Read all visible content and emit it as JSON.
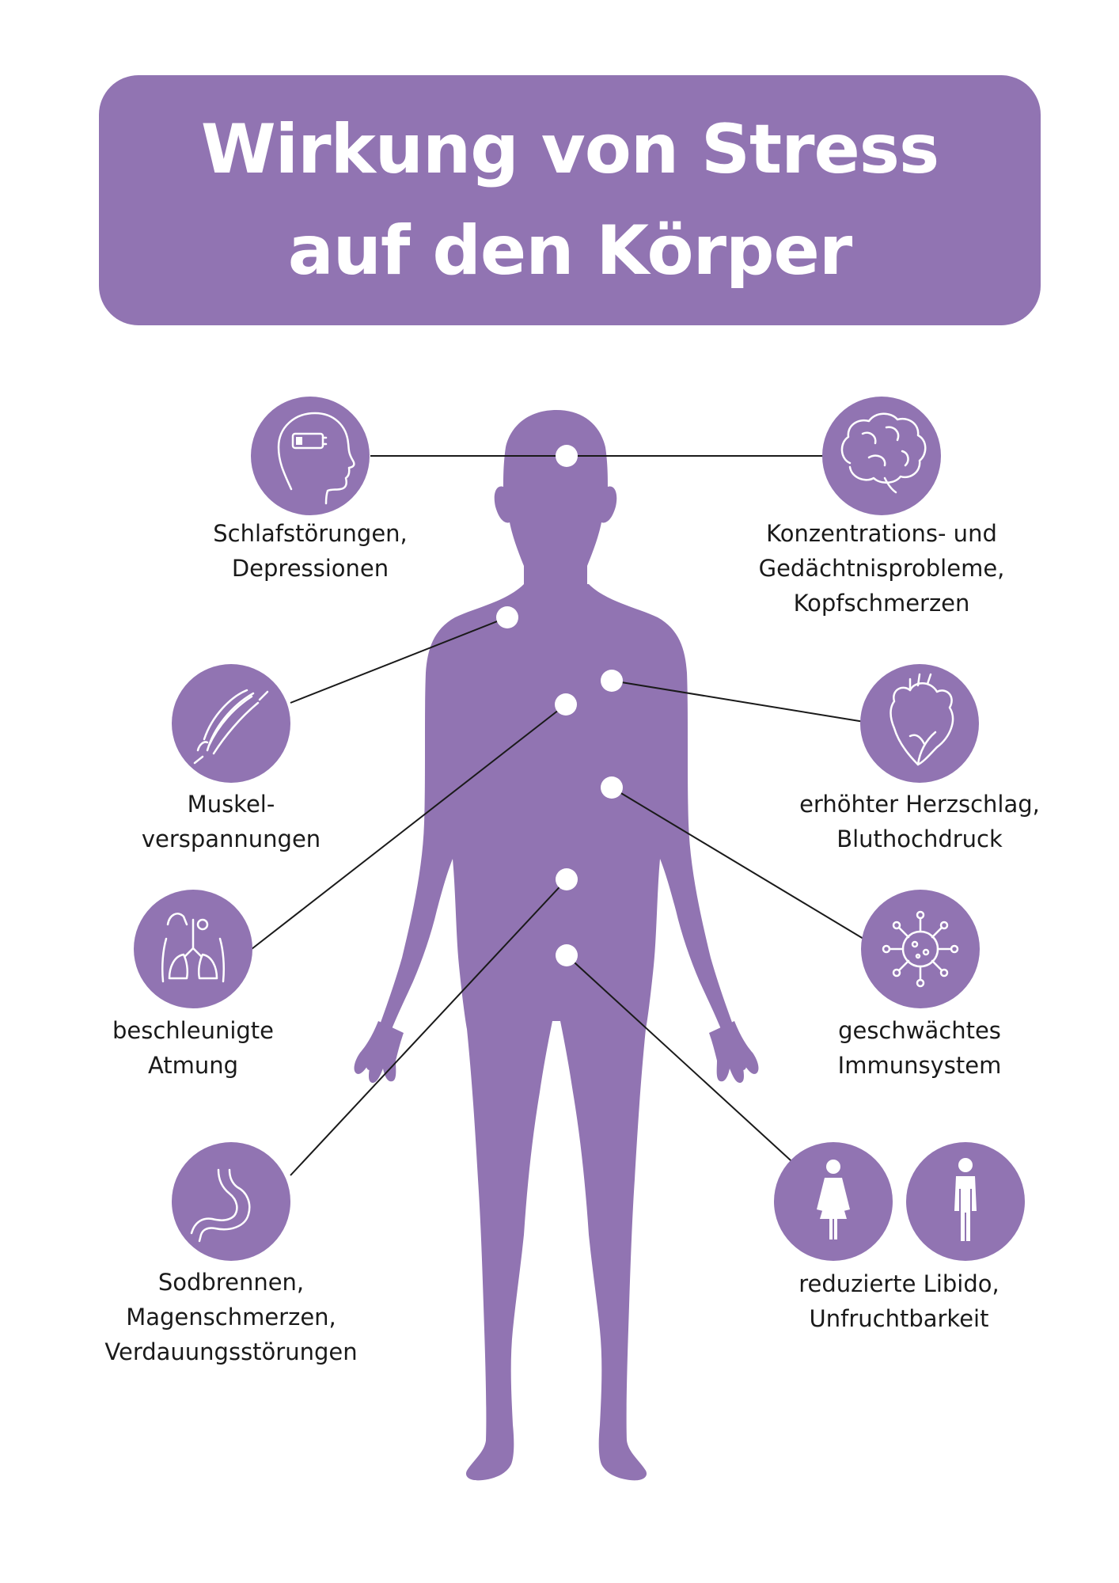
{
  "title": {
    "line1": "Wirkung von Stress",
    "line2": "auf den Körper"
  },
  "colors": {
    "accent": "#9174b2",
    "icon_stroke": "#ffffff",
    "line": "#1a1a1a",
    "text": "#1a1a1a"
  },
  "effects": {
    "sleep": {
      "icon": "head-battery-icon",
      "lines": [
        "Schlafstörungen,",
        "Depressionen"
      ]
    },
    "brain": {
      "icon": "brain-icon",
      "lines": [
        "Konzentrations- und",
        "Gedächtnisprobleme,",
        "Kopfschmerzen"
      ]
    },
    "muscle": {
      "icon": "muscle-icon",
      "lines": [
        "Muskel-",
        "verspannungen"
      ]
    },
    "heart": {
      "icon": "heart-icon",
      "lines": [
        "erhöhter Herzschlag,",
        "Bluthochdruck"
      ]
    },
    "lungs": {
      "icon": "lungs-icon",
      "lines": [
        "beschleunigte",
        "Atmung"
      ]
    },
    "immune": {
      "icon": "virus-icon",
      "lines": [
        "geschwächtes",
        "Immunsystem"
      ]
    },
    "stomach": {
      "icon": "stomach-icon",
      "lines": [
        "Sodbrennen,",
        "Magenschmerzen,",
        "Verdauungsstörungen"
      ]
    },
    "libido": {
      "icons": [
        "female-icon",
        "male-icon"
      ],
      "lines": [
        "reduzierte Libido,",
        "Unfruchtbarkeit"
      ]
    }
  }
}
